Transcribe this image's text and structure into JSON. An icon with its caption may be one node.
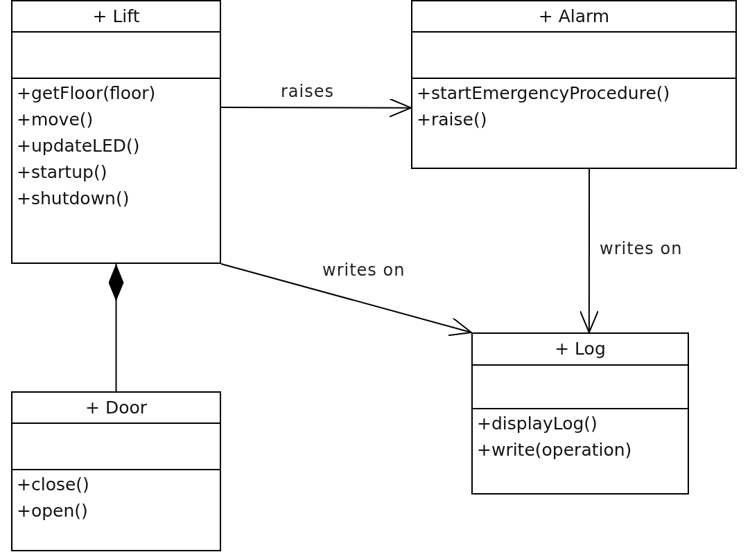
{
  "diagram": {
    "nodes": [
      {
        "text": [
          "+ Lift",
          "+getFloor(floor)",
          "+move()",
          "+updateLED()",
          "+startup()",
          "+shutdown()"
        ]
      },
      {
        "text": [
          "+ Alarm",
          "+startEmergencyProcedure()",
          "+raise()"
        ]
      },
      {
        "text": [
          "+ Log",
          "+displayLog()",
          "+write(operation)"
        ]
      },
      {
        "text": [
          "+ Door",
          "+close()",
          "+open()"
        ]
      }
    ],
    "edges": [
      {
        "from": 0,
        "to": 1,
        "arrow": "to",
        "label": "raises"
      },
      {
        "from": 1,
        "to": 2,
        "arrow": "to",
        "label": "writes on"
      },
      {
        "from": 0,
        "to": 2,
        "arrow": "to",
        "label": "writes on"
      },
      {
        "from": 3,
        "to": 0,
        "arrow": "other"
      }
    ]
  }
}
